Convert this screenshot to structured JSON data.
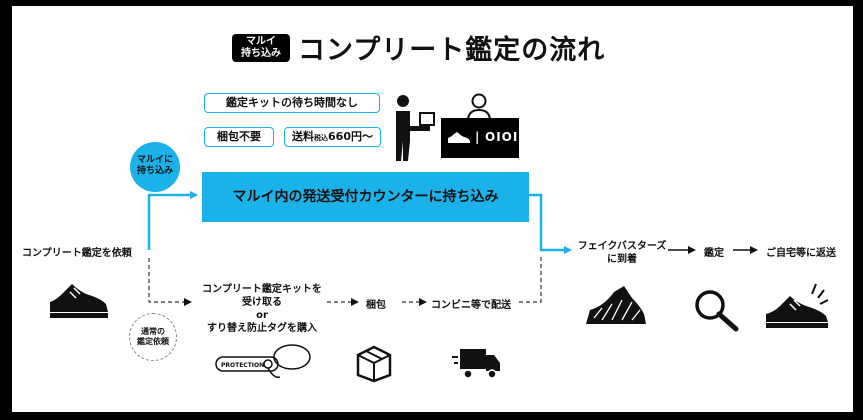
{
  "title": {
    "badge": "マルイ\n持ち込み",
    "text": "コンプリート鑑定の流れ"
  },
  "top_notes": {
    "no_wait": "鑑定キットの待ち時間なし",
    "no_packing": "梱包不要",
    "shipping_prefix": "送料",
    "shipping_small": "税込",
    "shipping_amount": "660円〜"
  },
  "store_badge": {
    "sep": "|",
    "logo": "OIOI"
  },
  "marui_circle": "マルイに\n持ち込み",
  "counter": "マルイ内の発送受付カウンターに持ち込み",
  "request": "コンプリート鑑定を依頼",
  "normal_circle": "通常の\n鑑定依頼",
  "kit_step": "コンプリート鑑定キットを\n受け取る\nor\nすり替え防止タグを購入",
  "tag_text": "PROTECTION",
  "pack_step": "梱包",
  "ship_step": "コンビニ等で配送",
  "arrive_step": "フェイクバスターズ\nに到着",
  "appraise_step": "鑑定",
  "return_step": "ご自宅等に返送",
  "colors": {
    "accent": "#1ab2e8",
    "ink": "#111111",
    "frame": "#000000"
  },
  "icons": [
    "person-holding-box-icon",
    "clerk-at-counter-icon",
    "sneaker-icon",
    "security-tag-icon",
    "cardboard-box-icon",
    "delivery-truck-icon",
    "fake-busters-sneaker-icon",
    "magnifier-icon",
    "sparkle-sneaker-icon"
  ]
}
